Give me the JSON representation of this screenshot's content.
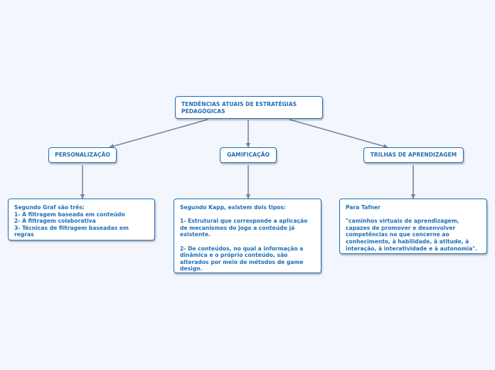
{
  "root": {
    "text": "TENDÊNCIAS ATUAIS DE ESTRATÉGIAS\nPEDAGÓGICAS"
  },
  "branches": [
    {
      "text": "PERSONALIZAÇÃO"
    },
    {
      "text": "GAMIFICAÇÃO"
    },
    {
      "text": "TRILHAS DE APRENDIZAGEM"
    }
  ],
  "leaves": [
    {
      "text": "Segundo Graf são três:\n1- A filtragem baseada em conteúdo\n2- A filtragem colaborativa\n3- Técnicas de filtragem baseadas em\nregras"
    },
    {
      "text": "Segundo Kapp, existem dois tipos:\n\n1- Estrutural que corresponde a aplicação\nde mecanismos do jogo a conteúdo já\nexistente.\n\n2- De conteúdos, no qual a informação a\ndinâmica e o próprio conteúdo, são\nalterados por meio de métodos de game\ndesign."
    },
    {
      "text": "Para Tafner\n\n\"caminhos virtuais de aprendizagem,\ncapazes de promover e desenvolver\ncompetências no que concerne ao\nconhecimento, à habilidade, à atitude, à\ninteração, à interatividade e à autonomia\"."
    }
  ],
  "colors": {
    "node_border": "#1f6fb9",
    "node_text": "#1f6fb9",
    "connector": "#7d8596",
    "background": "#f3f6fd"
  }
}
